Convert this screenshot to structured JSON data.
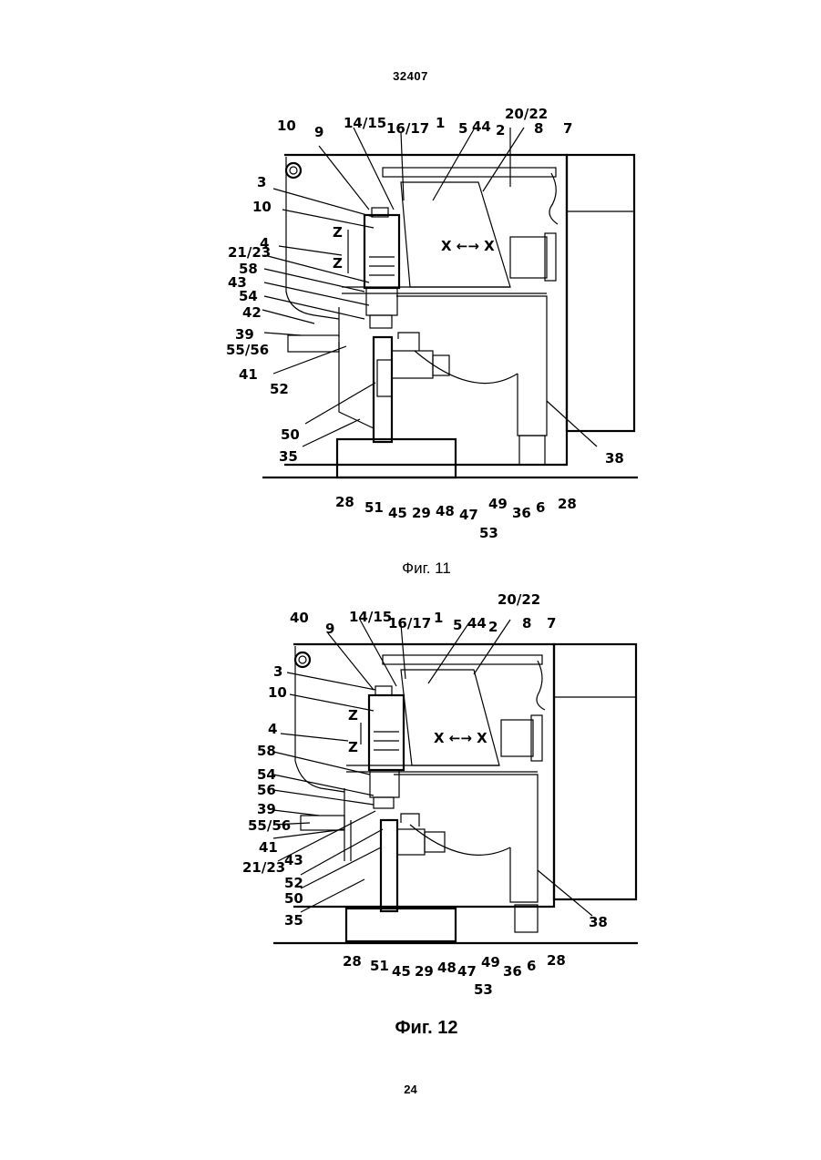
{
  "header": {
    "doc_number": "32407"
  },
  "footer": {
    "page_number": "24"
  },
  "figures": [
    {
      "caption": "Фиг. 11",
      "labels": {
        "l10a": "10",
        "l9": "9",
        "l14_15": "14/15",
        "l16_17": "16/17",
        "l1": "1",
        "l5": "5",
        "l44": "44",
        "l2": "2",
        "l20_22": "20/22",
        "l8": "8",
        "l7": "7",
        "l3": "3",
        "l10b": "10",
        "l4": "4",
        "l21_23": "21/23",
        "l58": "58",
        "l43": "43",
        "l54": "54",
        "l42": "42",
        "l39": "39",
        "l55_56": "55/56",
        "l41": "41",
        "l52": "52",
        "l50": "50",
        "l35": "35",
        "l38": "38",
        "l28a": "28",
        "l51": "51",
        "l45": "45",
        "l29": "29",
        "l48": "48",
        "l47": "47",
        "l49": "49",
        "l53": "53",
        "l36": "36",
        "l6": "6",
        "l28b": "28",
        "axis_x": "X ←→ X",
        "axis_z1": "Z",
        "axis_z2": "Z"
      }
    },
    {
      "caption": "Фиг. 12",
      "labels": {
        "l20_22": "20/22",
        "l40": "40",
        "l9": "9",
        "l14_15": "14/15",
        "l16_17": "16/17",
        "l1": "1",
        "l5": "5",
        "l44": "44",
        "l2": "2",
        "l8": "8",
        "l7": "7",
        "l3": "3",
        "l10": "10",
        "l4": "4",
        "l58": "58",
        "l54": "54",
        "l56": "56",
        "l39": "39",
        "l55_56": "55/56",
        "l41": "41",
        "l21_23": "21/23",
        "l43": "43",
        "l52": "52",
        "l50": "50",
        "l35": "35",
        "l38": "38",
        "l28a": "28",
        "l51": "51",
        "l45": "45",
        "l29": "29",
        "l48": "48",
        "l47": "47",
        "l49": "49",
        "l53": "53",
        "l36": "36",
        "l6": "6",
        "l28b": "28",
        "axis_x": "X ←→ X",
        "axis_z1": "Z",
        "axis_z2": "Z"
      }
    }
  ]
}
